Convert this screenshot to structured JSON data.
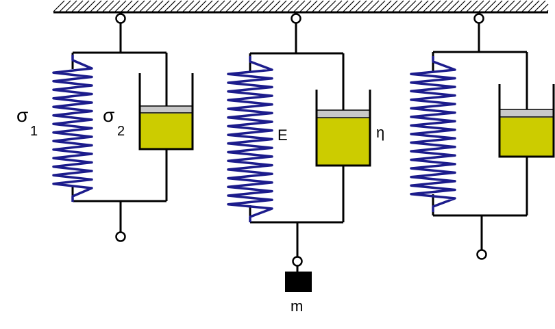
{
  "colors": {
    "frame": "#000000",
    "spring": "#1c1c8c",
    "fluid": "#cccc00",
    "piston": "#c8c8c8",
    "mass": "#000000",
    "background": "#ffffff"
  },
  "labels": {
    "sigma1_symbol": "σ",
    "sigma1_sub": "1",
    "sigma2_symbol": "σ",
    "sigma2_sub": "2",
    "elastic_modulus": "E",
    "viscosity": "η",
    "mass": "m"
  },
  "elements": {
    "ceiling": "hatched-ceiling",
    "units": [
      "kelvin-voigt-unit",
      "kelvin-voigt-unit",
      "kelvin-voigt-unit"
    ],
    "components": [
      "spring",
      "dashpot",
      "pivot",
      "mass"
    ]
  }
}
